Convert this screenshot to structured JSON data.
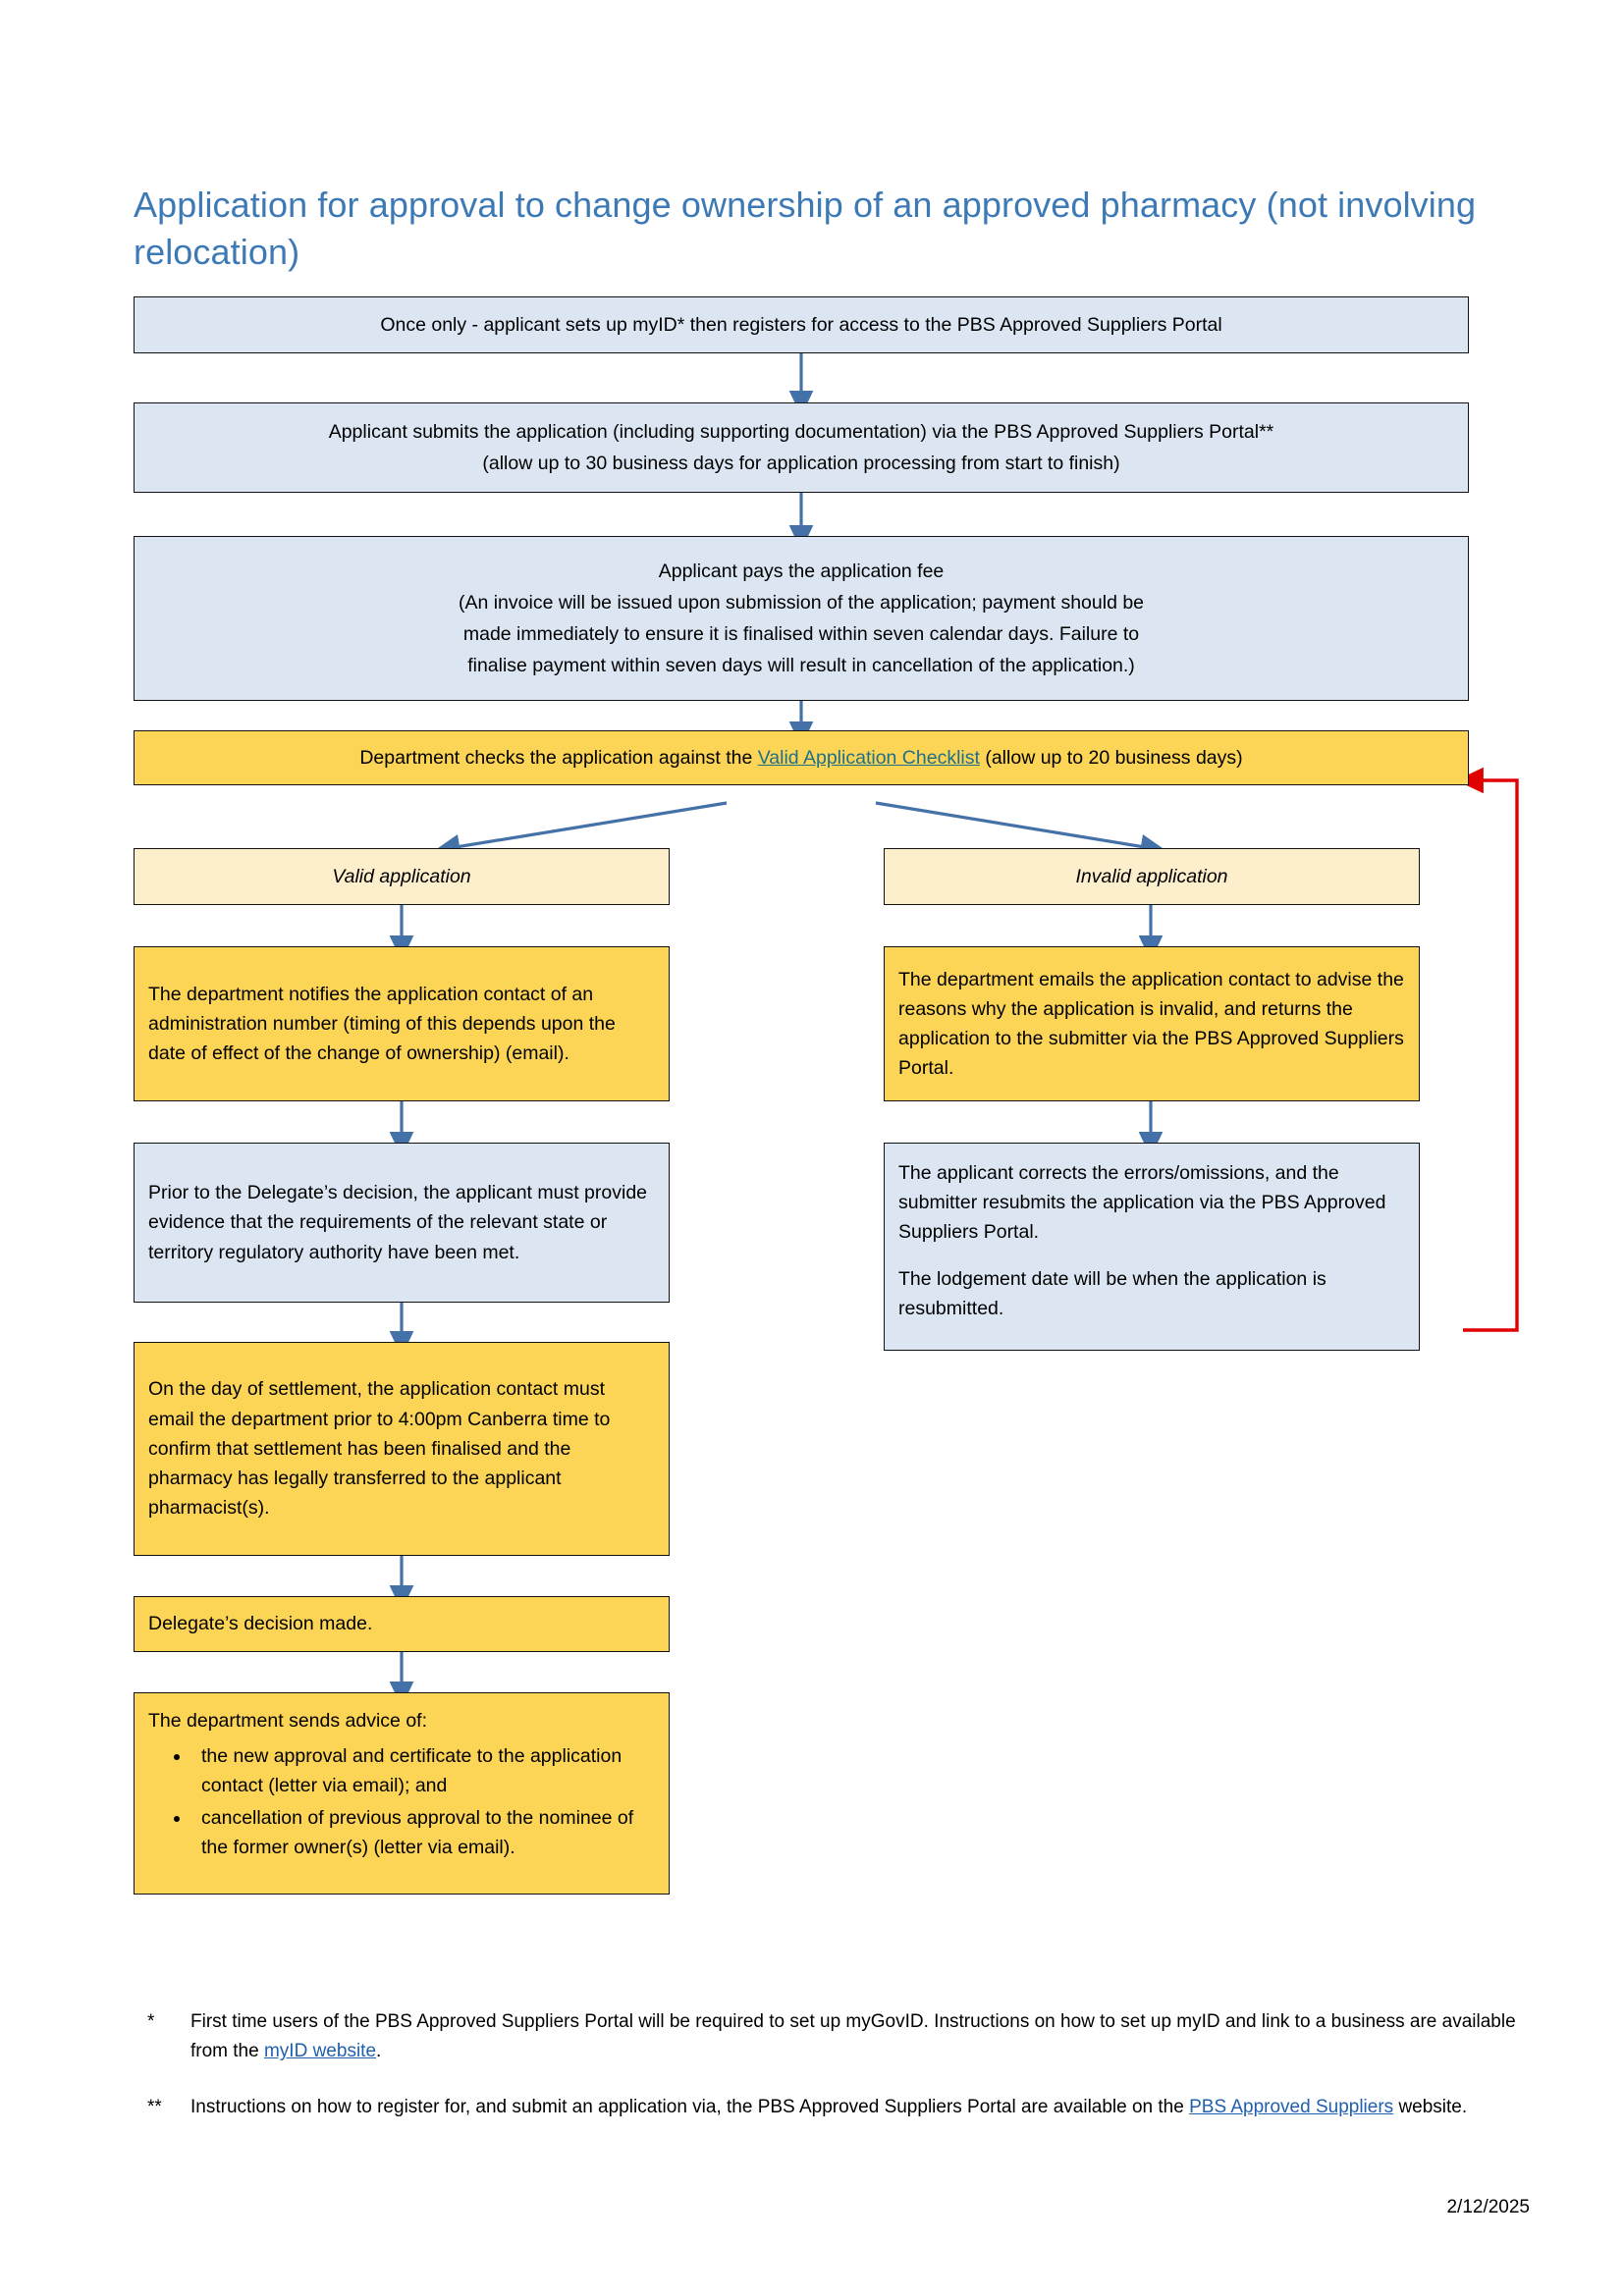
{
  "document": {
    "title": "Application for approval to change ownership of an approved pharmacy (not involving relocation)",
    "date": "2/12/2025"
  },
  "flow": {
    "step_setup": "Once only - applicant sets up myID* then registers for access to the PBS Approved Suppliers Portal",
    "step_submit_line1": "Applicant submits the application (including supporting documentation) via the PBS Approved Suppliers Portal**",
    "step_submit_line2": "(allow up to 30 business days for application processing from start to finish)",
    "step_fee_line1": "Applicant pays the application fee",
    "step_fee_line2": "(An invoice will be issued upon submission of the application; payment should be",
    "step_fee_line3": "made immediately to ensure it is finalised within seven calendar days. Failure to",
    "step_fee_line4": "finalise payment within seven days will result in cancellation of the application.)",
    "step_check_prefix": "Department checks the application against the ",
    "step_check_link": "Valid Application Checklist",
    "step_check_suffix": " (allow up to 20 business days)",
    "branch_valid": "Valid application",
    "branch_invalid": "Invalid application",
    "valid_1": "The department notifies the application contact of an administration number (timing of this depends upon the date of effect of the change of ownership) (email).",
    "valid_2": "Prior to the Delegate’s decision, the applicant must provide evidence that the requirements of the relevant state or territory regulatory authority have been met.",
    "valid_3": "On the day of settlement, the application contact must email the department prior to 4:00pm Canberra time to confirm that settlement has been finalised and the pharmacy has legally transferred to the applicant pharmacist(s).",
    "valid_4": "Delegate’s decision made.",
    "valid_5_intro": "The department sends advice of:",
    "valid_5_bullets": [
      "the new approval and certificate to the application contact (letter via email); and",
      "cancellation of previous approval to the nominee of the former owner(s) (letter via email)."
    ],
    "invalid_1": "The department emails the application contact to advise the reasons why the application is invalid, and returns the application to the submitter via the PBS Approved Suppliers Portal.",
    "invalid_2_para1": "The applicant corrects the errors/omissions, and the submitter resubmits the application via the PBS Approved Suppliers Portal.",
    "invalid_2_para2": "The lodgement date will be when the application is resubmitted."
  },
  "footnotes": {
    "one_mark": "*",
    "one_text_before": "First time users of the PBS Approved Suppliers Portal will be required to set up myGovID. Instructions on how to set up myID and link to a business are available from the ",
    "one_link": "myID website",
    "one_text_after": ".",
    "two_mark": "**",
    "two_text_before": "Instructions on how to register for, and submit an application via, the PBS Approved Suppliers Portal are available on the ",
    "two_link": "PBS Approved Suppliers",
    "two_text_after": " website."
  },
  "colors": {
    "title": "#3d7ab5",
    "blue_fill": "#dce6f2",
    "gold_fill": "#fcd456",
    "cream_fill": "#fdeecc",
    "arrow_blue": "#4472a8",
    "arrow_red": "#e00000",
    "link_teal": "#1f6f8b",
    "link_blue": "#1f5fab"
  }
}
